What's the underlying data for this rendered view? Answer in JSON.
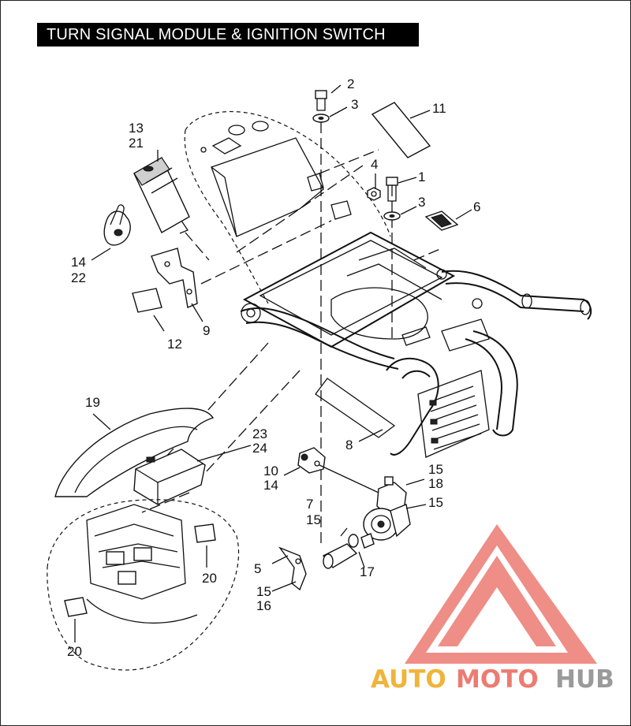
{
  "title": "TURN SIGNAL MODULE & IGNITION SWITCH",
  "callouts": {
    "c2": "2",
    "c3a": "3",
    "c11": "11",
    "c13": "13",
    "c21": "21",
    "c4": "4",
    "c1": "1",
    "c3b": "3",
    "c6": "6",
    "c14a": "14",
    "c22": "22",
    "c12": "12",
    "c9": "9",
    "c19": "19",
    "c23": "23",
    "c24": "24",
    "c8": "8",
    "c10": "10",
    "c14b": "14",
    "c15a": "15",
    "c18": "18",
    "c15b": "15",
    "c7": "7",
    "c15c": "15",
    "c5": "5",
    "c15d": "15",
    "c16": "16",
    "c17": "17",
    "c20a": "20",
    "c20b": "20"
  },
  "watermark": {
    "part1": "AUTO",
    "part2": "MOTO",
    "part3": "HUB",
    "colors": {
      "logo": "#e8675f",
      "gold": "#f0b43a",
      "grey": "#9a9a9a"
    }
  }
}
